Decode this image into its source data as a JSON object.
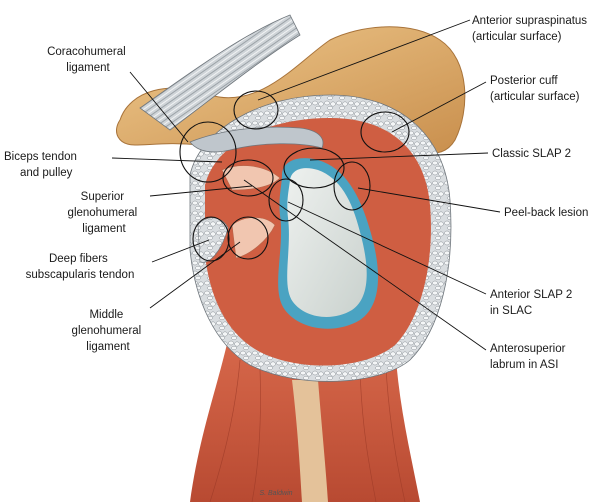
{
  "labels": {
    "coracohumeral": [
      "Coracohumeral",
      "ligament"
    ],
    "biceps": [
      "Biceps tendon",
      "and pulley"
    ],
    "superior_gh": [
      "Superior",
      "glenohumeral",
      "ligament"
    ],
    "deep_fibers": [
      "Deep fibers",
      "subscapularis tendon"
    ],
    "middle_gh": [
      "Middle",
      "glenohumeral",
      "ligament"
    ],
    "anterior_supraspinatus": [
      "Anterior supraspinatus",
      "(articular surface)"
    ],
    "posterior_cuff": [
      "Posterior cuff",
      "(articular surface)"
    ],
    "classic_slap": [
      "Classic SLAP 2"
    ],
    "peel_back": [
      "Peel-back lesion"
    ],
    "anterior_slap_slac": [
      "Anterior SLAP 2",
      "in SLAC"
    ],
    "anterosuperior_asi": [
      "Anterosuperior",
      "labrum in ASI"
    ]
  },
  "signature": "S. Baldwin",
  "colors": {
    "muscle": "#c8573d",
    "muscle_dark": "#9c3a27",
    "bone": "#e3b173",
    "ligament": "#d8dde2",
    "glenoid": "#dde3e0",
    "labrum_rim": "#4aa3c2",
    "capsule": "#f1c6b0"
  }
}
